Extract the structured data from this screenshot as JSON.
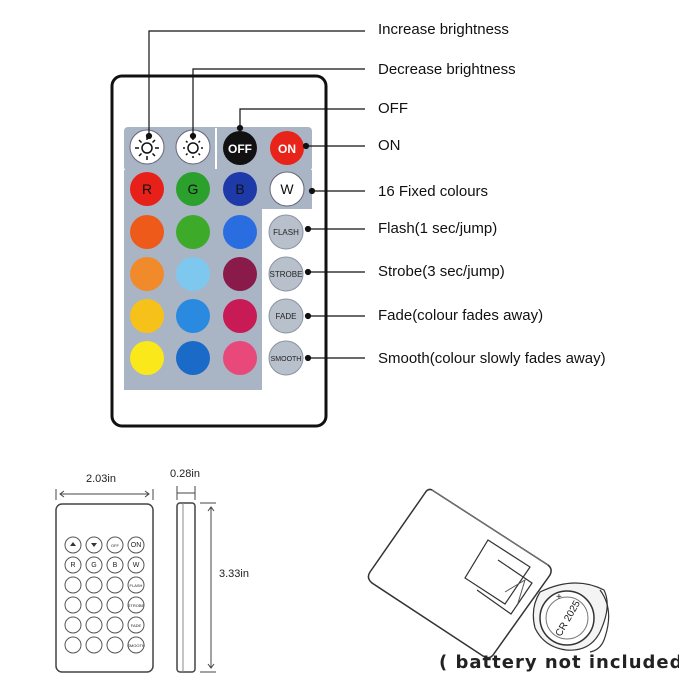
{
  "callouts": [
    {
      "id": "increase",
      "label": "Increase brightness"
    },
    {
      "id": "decrease",
      "label": "Decrease brightness"
    },
    {
      "id": "off",
      "label": "OFF"
    },
    {
      "id": "on",
      "label": "ON"
    },
    {
      "id": "fixed",
      "label": "16 Fixed colours"
    },
    {
      "id": "flash",
      "label": "Flash(1 sec/jump)"
    },
    {
      "id": "strobe",
      "label": "Strobe(3 sec/jump)"
    },
    {
      "id": "fade",
      "label": "Fade(colour fades away)"
    },
    {
      "id": "smooth",
      "label": "Smooth(colour slowly fades away)"
    }
  ],
  "remote": {
    "off_label": "OFF",
    "on_label": "ON",
    "rgbw": [
      "R",
      "G",
      "B",
      "W"
    ],
    "mode_buttons": [
      "FLASH",
      "STROBE",
      "FADE",
      "SMOOTH"
    ],
    "color_rows": [
      [
        "#ee5a1a",
        "#3daa2a",
        "#2a6de0"
      ],
      [
        "#f08a2a",
        "#7ec8f0",
        "#8a1a4a"
      ],
      [
        "#f6c21a",
        "#2a8ae0",
        "#c81a55"
      ],
      [
        "#fbe81a",
        "#1a6ac8",
        "#e8487a"
      ]
    ],
    "colors": {
      "red": "#e8201a",
      "green": "#2ca02c",
      "blue": "#1e3aa8",
      "body_bg": "#a9b4c4",
      "off_bg": "#111111",
      "on_bg": "#e8231a",
      "mode_bg": "#b8c0cc"
    }
  },
  "dimensions": {
    "width": "2.03in",
    "depth": "0.28in",
    "height": "3.33in"
  },
  "note": "( battery not included )",
  "battery_label": "CR 2025"
}
